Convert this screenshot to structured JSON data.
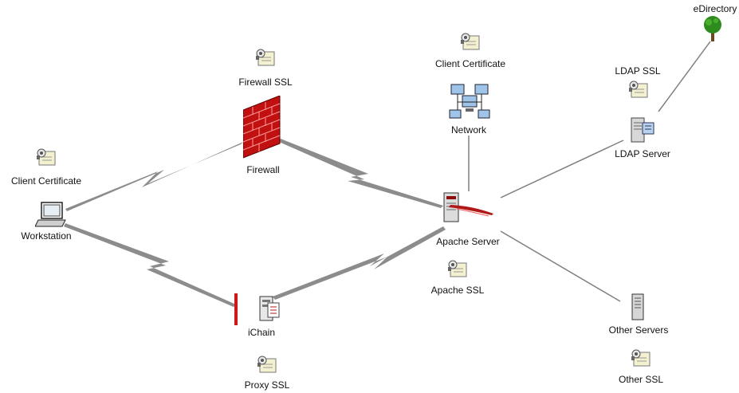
{
  "labels": {
    "edirectory": "eDirectory",
    "ldap_ssl": "LDAP SSL",
    "ldap_server": "LDAP Server",
    "client_cert_top": "Client Certificate",
    "network": "Network",
    "firewall_ssl": "Firewall SSL",
    "firewall": "Firewall",
    "client_cert_left": "Client Certificate",
    "workstation": "Workstation",
    "apache_server": "Apache Server",
    "apache_ssl": "Apache SSL",
    "ichain": "iChain",
    "proxy_ssl": "Proxy SSL",
    "other_servers": "Other Servers",
    "other_ssl": "Other SSL"
  },
  "colors": {
    "wire": "#808080",
    "lightning": "#8c8c8c",
    "firewall_red": "#c01010",
    "tree_green": "#2e8b1e"
  }
}
